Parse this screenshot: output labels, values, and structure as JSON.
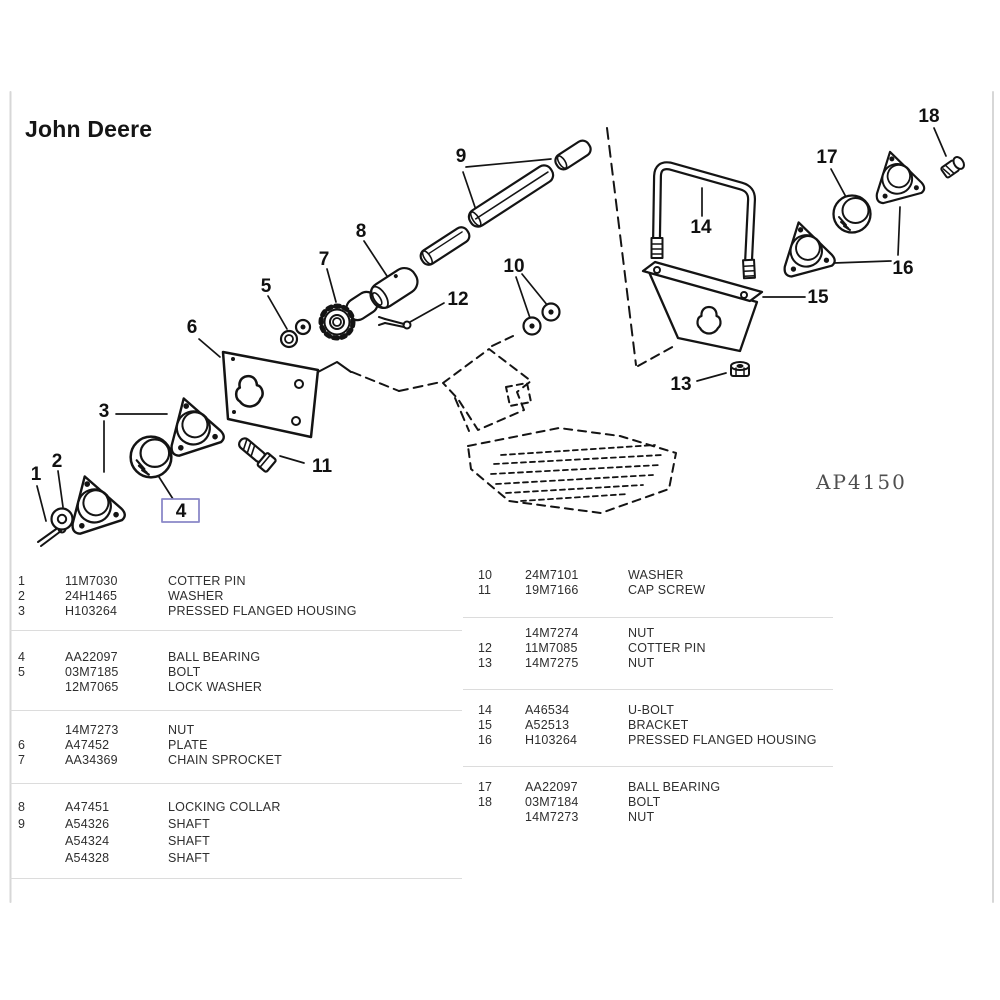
{
  "page": {
    "title": "John Deere"
  },
  "diagram": {
    "code": "AP4150",
    "callouts": [
      "1",
      "2",
      "3",
      "5",
      "6",
      "7",
      "8",
      "9",
      "10",
      "11",
      "12",
      "13",
      "14",
      "15",
      "16",
      "17",
      "18"
    ],
    "highlight": {
      "label": "4",
      "border_color": "#8a88c8"
    },
    "line_color": "#141414"
  },
  "parts_table": {
    "left": {
      "groups": [
        {
          "rows": [
            {
              "ref": "1",
              "part": "11M7030",
              "desc": "COTTER PIN"
            },
            {
              "ref": "2",
              "part": "24H1465",
              "desc": "WASHER"
            },
            {
              "ref": "3",
              "part": "H103264",
              "desc": "PRESSED FLANGED HOUSING"
            }
          ]
        },
        {
          "rows": [
            {
              "ref": "4",
              "part": "AA22097",
              "desc": "BALL BEARING"
            },
            {
              "ref": "5",
              "part": "03M7185",
              "desc": "BOLT"
            },
            {
              "ref": "",
              "part": "12M7065",
              "desc": "LOCK WASHER"
            }
          ]
        },
        {
          "rows": [
            {
              "ref": "",
              "part": "14M7273",
              "desc": "NUT"
            },
            {
              "ref": "6",
              "part": "A47452",
              "desc": "PLATE"
            },
            {
              "ref": "7",
              "part": "AA34369",
              "desc": "CHAIN SPROCKET"
            }
          ]
        },
        {
          "rows": [
            {
              "ref": "8",
              "part": "A47451",
              "desc": "LOCKING COLLAR"
            },
            {
              "ref": "9",
              "part": "A54326",
              "desc": "SHAFT"
            },
            {
              "ref": "",
              "part": "A54324",
              "desc": "SHAFT"
            },
            {
              "ref": "",
              "part": "A54328",
              "desc": "SHAFT"
            }
          ]
        }
      ]
    },
    "right": {
      "groups": [
        {
          "rows": [
            {
              "ref": "10",
              "part": "24M7101",
              "desc": "WASHER"
            },
            {
              "ref": "11",
              "part": "19M7166",
              "desc": "CAP SCREW"
            }
          ]
        },
        {
          "rows": [
            {
              "ref": "",
              "part": "14M7274",
              "desc": "NUT"
            },
            {
              "ref": "12",
              "part": "11M7085",
              "desc": "COTTER PIN"
            },
            {
              "ref": "13",
              "part": "14M7275",
              "desc": "NUT"
            }
          ]
        },
        {
          "rows": [
            {
              "ref": "14",
              "part": "A46534",
              "desc": "U-BOLT"
            },
            {
              "ref": "15",
              "part": "A52513",
              "desc": "BRACKET"
            },
            {
              "ref": "16",
              "part": "H103264",
              "desc": "PRESSED FLANGED HOUSING"
            }
          ]
        },
        {
          "rows": [
            {
              "ref": "17",
              "part": "AA22097",
              "desc": "BALL BEARING"
            },
            {
              "ref": "18",
              "part": "03M7184",
              "desc": "BOLT"
            },
            {
              "ref": "",
              "part": "14M7273",
              "desc": "NUT"
            }
          ]
        }
      ]
    }
  }
}
